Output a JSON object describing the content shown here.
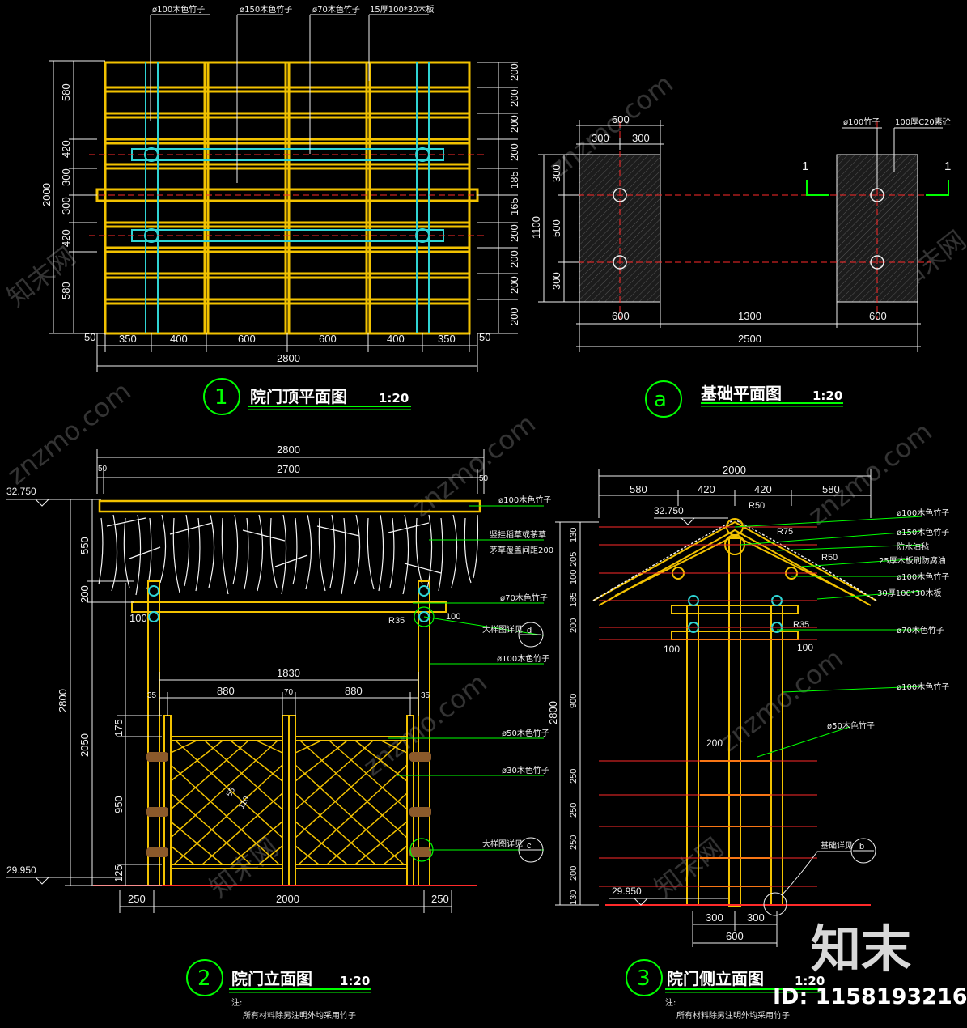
{
  "colors": {
    "background": "#000000",
    "wood": "#f2c200",
    "cyan": "#2fd4d4",
    "red": "#ff2a2a",
    "green": "#00ff00",
    "dimension": "#f0f0f0"
  },
  "drawings": {
    "plan": {
      "title": "院门顶平面图",
      "scale": "1:20",
      "number": "1",
      "labels": [
        "ø100木色竹子",
        "ø150木色竹子",
        "ø70木色竹子",
        "15厚100*30木板"
      ],
      "dims_left": [
        "580",
        "420",
        "300",
        "300",
        "420",
        "580"
      ],
      "dim_left_total": "2000",
      "dims_right": [
        "200",
        "200",
        "200",
        "200",
        "185",
        "165",
        "200",
        "200",
        "200",
        "200"
      ],
      "dims_bottom": [
        "50",
        "350",
        "400",
        "600",
        "600",
        "400",
        "350",
        "50"
      ],
      "dim_bottom_total": "2800"
    },
    "foundation": {
      "title": "基础平面图",
      "scale": "1:20",
      "number": "a",
      "labels": [
        "ø100竹子",
        "100厚C20素砼"
      ],
      "section_mark": "1",
      "dims_top": [
        "600",
        "300",
        "300"
      ],
      "dims_left": [
        "300",
        "500",
        "300"
      ],
      "dim_left_total": "1100",
      "dims_bottom": [
        "600",
        "1300",
        "600"
      ],
      "dim_bottom_total": "2500"
    },
    "front": {
      "title": "院门立面图",
      "scale": "1:20",
      "number": "2",
      "elevation_top": "32.750",
      "elevation_bottom": "29.950",
      "dims_top": [
        "2800",
        "2700",
        "50",
        "50"
      ],
      "dims_left": [
        "550",
        "200",
        "100",
        "175",
        "950",
        "125"
      ],
      "dims_outer": [
        "2800",
        "2050"
      ],
      "dims_gate": [
        "1830",
        "880",
        "880",
        "35",
        "70",
        "35"
      ],
      "dims_bottom": [
        "250",
        "2000",
        "250"
      ],
      "small": [
        "100",
        "R35",
        "100",
        "55",
        "110"
      ],
      "callouts": [
        "ø100木色竹子",
        "竖挂稻草或茅草",
        "茅草覆盖间距200",
        "ø70木色竹子",
        "大样图详见",
        "ø100木色竹子",
        "ø50木色竹子",
        "ø30木色竹子",
        "大样图详见"
      ],
      "detail_marks": [
        "d",
        "c"
      ],
      "note_head": "注:",
      "note": "所有材料除另注明外均采用竹子"
    },
    "side": {
      "title": "院门侧立面图",
      "scale": "1:20",
      "number": "3",
      "elevation_top": "32.750",
      "elevation_bottom": "29.950",
      "dims_top": [
        "2000",
        "580",
        "420",
        "420",
        "580"
      ],
      "dims_left": [
        "130",
        "205",
        "100",
        "185",
        "200",
        "900",
        "250",
        "250",
        "250",
        "200",
        "130"
      ],
      "dim_left_total": "2800",
      "dims_bottom": [
        "300",
        "300",
        "600"
      ],
      "small": [
        "R50",
        "R75",
        "R50",
        "R35",
        "100",
        "100",
        "200"
      ],
      "callouts": [
        "ø100木色竹子",
        "ø150木色竹子",
        "防水油毡",
        "25厚木板刷防腐油",
        "ø100木色竹子",
        "30厚100*30木板",
        "ø70木色竹子",
        "ø100木色竹子",
        "ø50木色竹子",
        "基础详见"
      ],
      "detail_mark": "b",
      "note_head": "注:",
      "note": "所有材料除另注明外均采用竹子"
    }
  },
  "watermark": {
    "brand": "知末",
    "id": "ID: 1158193216",
    "site": "znzmo.com",
    "site_cn": "知末网"
  }
}
